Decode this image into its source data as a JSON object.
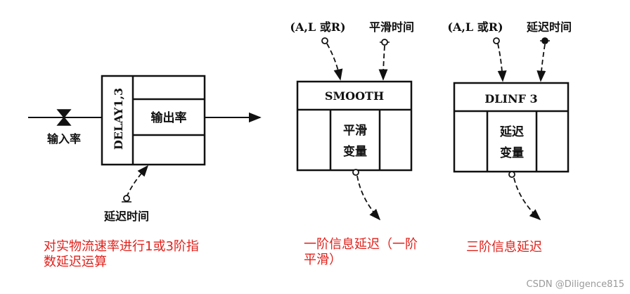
{
  "delay3": {
    "block_label": "DELAY1,3",
    "output_label": "输出率",
    "input_label": "输入率",
    "delay_time_label": "延迟时间",
    "caption_line1": "对实物流速率进行1或3阶指",
    "caption_line2": "数延迟运算"
  },
  "smooth": {
    "param_label": "(A,L 或R)",
    "time_label": "平滑时间",
    "block_title": "SMOOTH",
    "var_line1": "平滑",
    "var_line2": "变量",
    "caption_line1": "一阶信息延迟（一阶",
    "caption_line2": "平滑）"
  },
  "dlinf3": {
    "param_label": "(A,L 或R)",
    "time_label": "延迟时间",
    "block_title": "DLINF 3",
    "var_line1": "延迟",
    "var_line2": "变量",
    "caption": "三阶信息延迟"
  },
  "watermark": "CSDN @Diligence815"
}
